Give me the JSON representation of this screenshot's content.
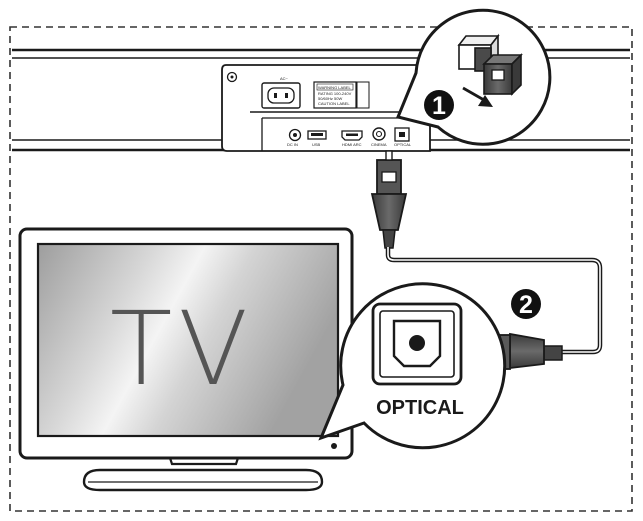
{
  "tv": {
    "label": "TV"
  },
  "callouts": {
    "optical_label": "OPTICAL",
    "step1": "1",
    "step2": "2"
  },
  "soundbar": {
    "power_label": "AC~",
    "rating_lines": [
      "RATING 100-240V",
      "50/60Hz 50W",
      "CAUTION LABEL",
      "WARNING LABEL"
    ],
    "port_labels": {
      "dc_in": "DC IN",
      "usb": "USB",
      "hdmi_arc": "HDMI ARC",
      "aux": "CINEMA",
      "optical": "OPTICAL"
    }
  },
  "colors": {
    "line": "#1a1a1a",
    "plug_fill": "#5a5a5a",
    "plug_dark": "#3c3c3c",
    "badge": "#111111"
  }
}
